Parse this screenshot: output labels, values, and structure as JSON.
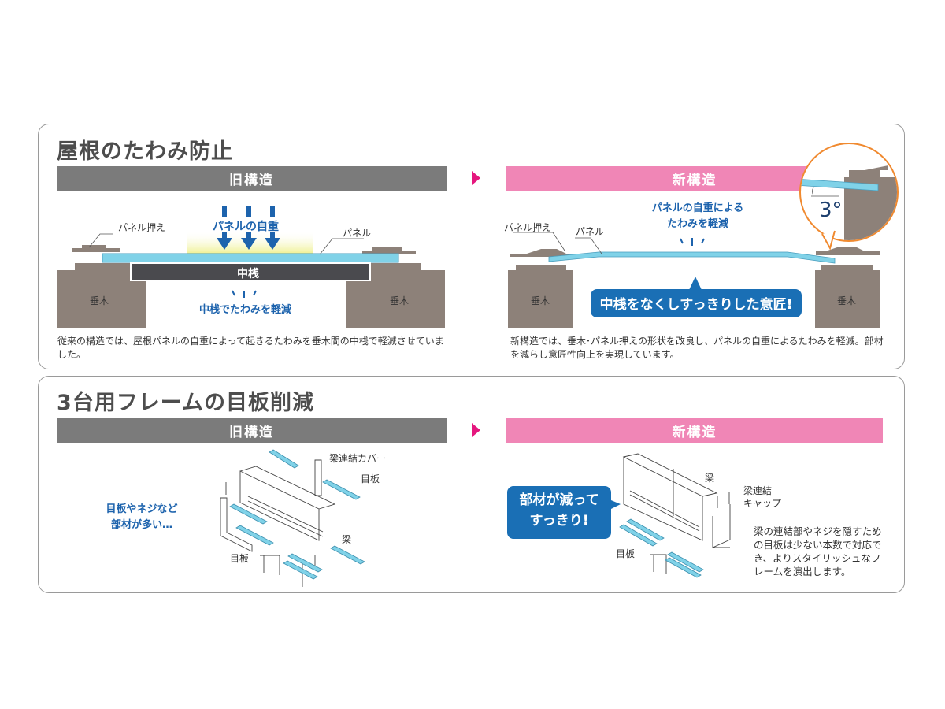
{
  "section1": {
    "title": "屋根のたわみ防止",
    "old_label": "旧構造",
    "new_label": "新構造",
    "old": {
      "panel_holder": "パネル押え",
      "panel": "パネル",
      "weight": "パネルの自重",
      "middle_beam": "中桟",
      "reduce": "中桟でたわみを軽減",
      "rafter_left": "垂木",
      "rafter_right": "垂木",
      "description": "従来の構造では、屋根パネルの自重によって起きるたわみを垂木間の中桟で軽減させていました。"
    },
    "new": {
      "panel_holder": "パネル押え",
      "panel": "パネル",
      "reduce_line1": "パネルの自重による",
      "reduce_line2": "たわみを軽減",
      "angle": "3°",
      "callout": "中桟をなくしすっきりした意匠!",
      "rafter_left": "垂木",
      "rafter_right": "垂木",
      "description": "新構造では、垂木･パネル押えの形状を改良し、パネルの自重によるたわみを軽減。部材を減らし意匠性向上を実現しています。"
    }
  },
  "section2": {
    "title": "3台用フレームの目板削減",
    "old_label": "旧構造",
    "new_label": "新構造",
    "old": {
      "note_line1": "目板やネジなど",
      "note_line2": "部材が多い…",
      "beam_cover": "梁連結カバー",
      "batten_top": "目板",
      "beam": "梁",
      "batten_bottom": "目板"
    },
    "new": {
      "callout_line1": "部材が減って",
      "callout_line2": "すっきり!",
      "beam": "梁",
      "cap_line1": "梁連結",
      "cap_line2": "キャップ",
      "batten": "目板",
      "description": "梁の連結部やネジを隠すための目板は少ない本数で対応でき、よりスタイリッシュなフレームを演出します。"
    }
  },
  "colors": {
    "old_bar": "#7b7b7b",
    "new_bar": "#f086b6",
    "accent_blue": "#1d63ad",
    "panel_blue": "#80d2e8",
    "rafter": "#8d8179",
    "arrow": "#e5177e",
    "zoom_ring": "#f08a30"
  }
}
